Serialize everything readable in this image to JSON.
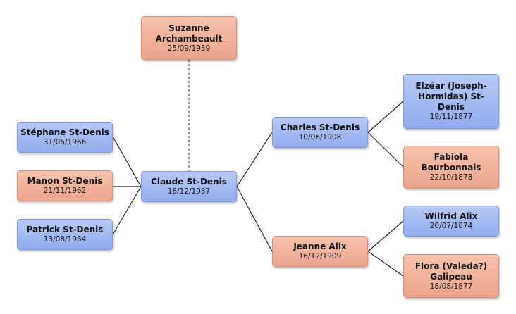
{
  "people": {
    "suzanne": {
      "name": "Suzanne Archambeault",
      "date": "25/09/1939",
      "gender": "female"
    },
    "stephane": {
      "name": "Stéphane St-Denis",
      "date": "31/05/1966",
      "gender": "male"
    },
    "manon": {
      "name": "Manon St-Denis",
      "date": "21/11/1962",
      "gender": "female"
    },
    "patrick": {
      "name": "Patrick St-Denis",
      "date": "13/08/1964",
      "gender": "male"
    },
    "claude": {
      "name": "Claude St-Denis",
      "date": "16/12/1937",
      "gender": "male"
    },
    "charles": {
      "name": "Charles St-Denis",
      "date": "10/06/1908",
      "gender": "male"
    },
    "jeanne": {
      "name": "Jeanne Alix",
      "date": "16/12/1909",
      "gender": "female"
    },
    "elzear": {
      "name": "Elzéar (Joseph-Hormidas) St-Denis",
      "date": "19/11/1877",
      "gender": "male"
    },
    "fabiola": {
      "name": "Fabiola Bourbonnais",
      "date": "22/10/1878",
      "gender": "female"
    },
    "wilfrid": {
      "name": "Wilfrid Alix",
      "date": "20/07/1874",
      "gender": "male"
    },
    "flora": {
      "name": "Flora (Valeda?) Galipeau",
      "date": "18/08/1877",
      "gender": "female"
    }
  },
  "colors": {
    "male": "#9fb6f0",
    "female": "#f0b29b",
    "line": "#222222",
    "spouse_line": "#777777"
  }
}
